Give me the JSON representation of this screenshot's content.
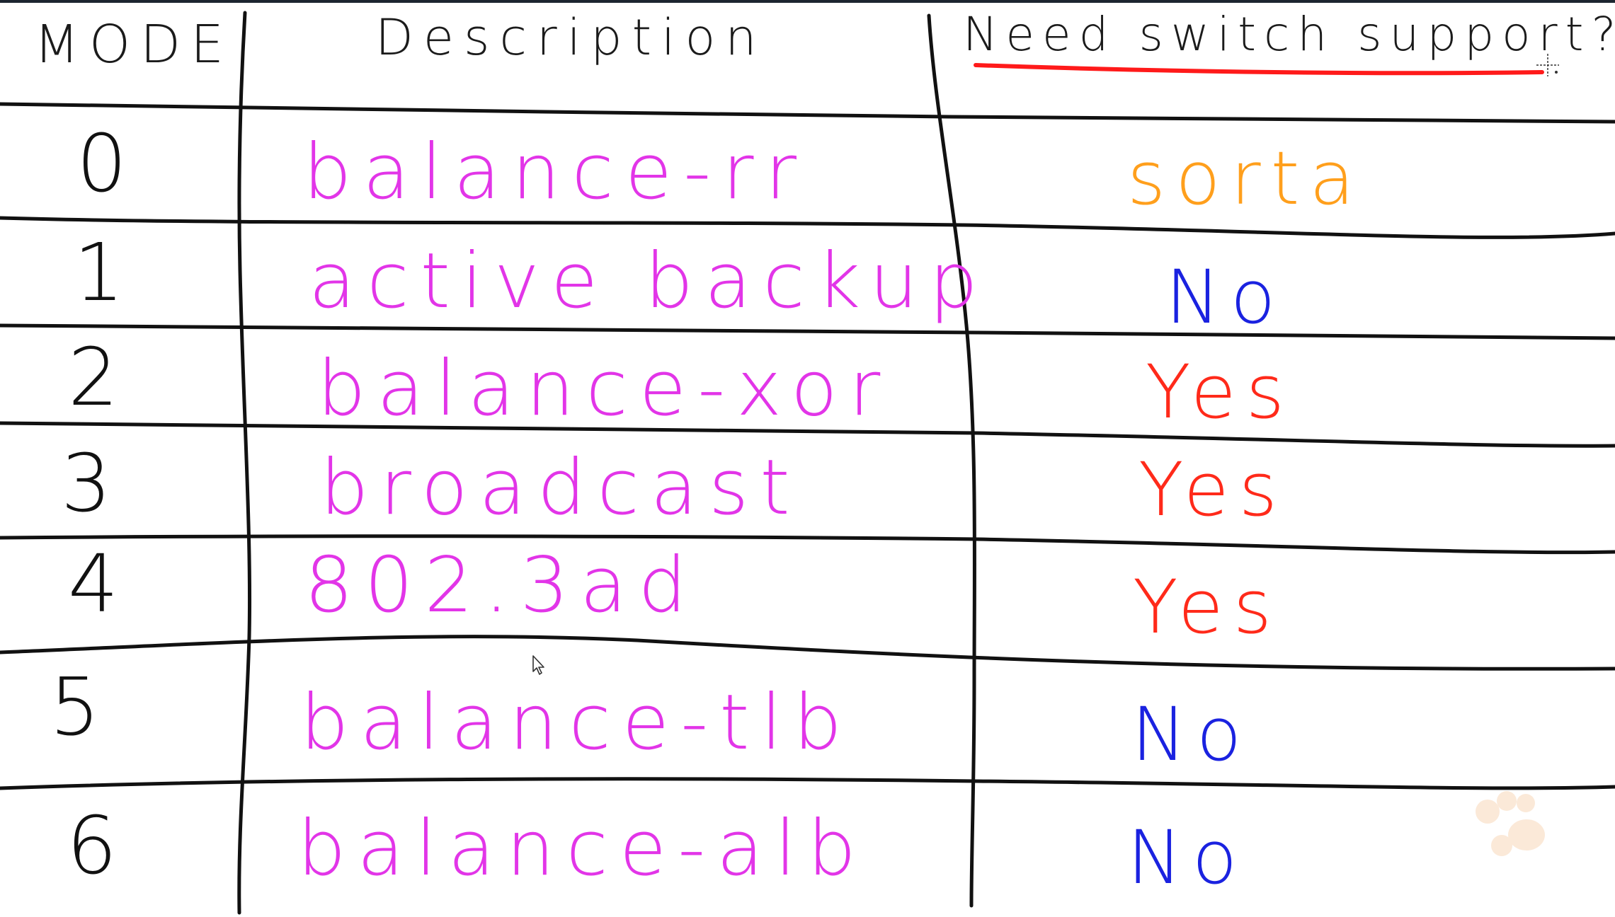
{
  "header": {
    "mode": "MODE",
    "description": "Description",
    "switch_support": "Need switch support?"
  },
  "rows": [
    {
      "mode": "0",
      "description": "balance-rr",
      "switch_support": "sorta"
    },
    {
      "mode": "1",
      "description": "active backup",
      "switch_support": "No"
    },
    {
      "mode": "2",
      "description": "balance-xor",
      "switch_support": "Yes"
    },
    {
      "mode": "3",
      "description": "broadcast",
      "switch_support": "Yes"
    },
    {
      "mode": "4",
      "description": "802.3ad",
      "switch_support": "Yes"
    },
    {
      "mode": "5",
      "description": "balance-tlb",
      "switch_support": "No"
    },
    {
      "mode": "6",
      "description": "balance-alb",
      "switch_support": "No"
    }
  ],
  "colors": {
    "ink": "#111111",
    "description": "#e235e8",
    "sorta": "#ff9f1c",
    "yes": "#ff2a1a",
    "no": "#1a22e0",
    "underline": "#ff1a1a"
  },
  "icons": [
    "mouse-pointer-icon",
    "crosshair-cursor-icon",
    "paw-watermark-icon"
  ]
}
